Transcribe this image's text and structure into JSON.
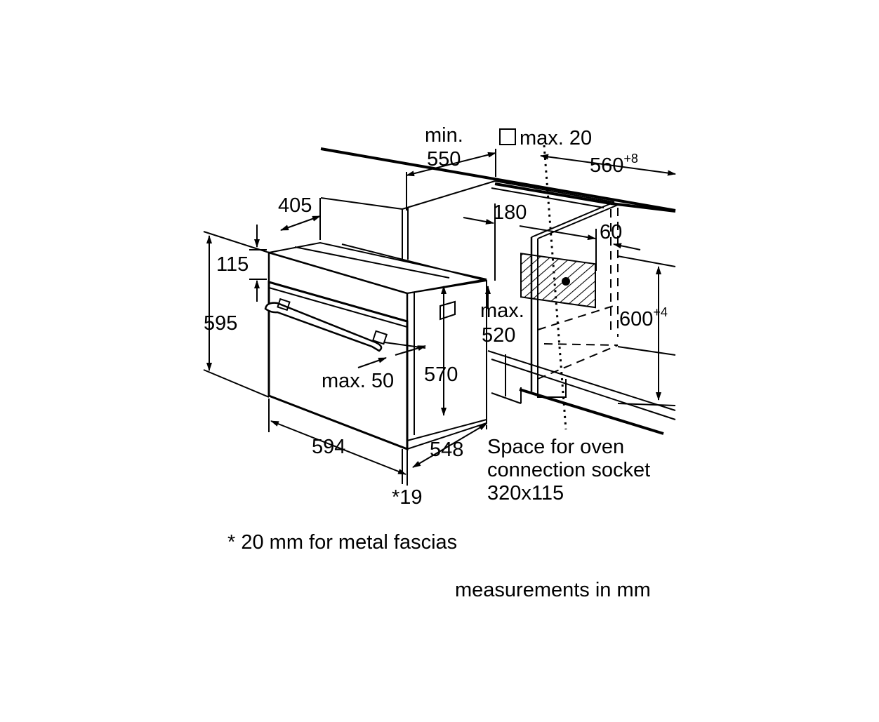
{
  "labels": {
    "min_line1": "min.",
    "min_line2": "550",
    "max20": "max. 20",
    "w560": "560",
    "w560_tol": "+8",
    "d405": "405",
    "d180": "180",
    "d60": "60",
    "h115": "115",
    "h595": "595",
    "h600": "600",
    "h600_tol": "+4",
    "max520_line1": "max.",
    "max520_line2": "520",
    "h570": "570",
    "max50": "max. 50",
    "w594": "594",
    "d548": "548",
    "n19": "*19"
  },
  "notes": {
    "socket_line1": "Space for oven",
    "socket_line2": "connection socket",
    "socket_line3": "320x115",
    "fascia": "* 20 mm for metal fascias",
    "units": "measurements in mm"
  },
  "colors": {
    "line": "#000000",
    "background": "#ffffff"
  }
}
